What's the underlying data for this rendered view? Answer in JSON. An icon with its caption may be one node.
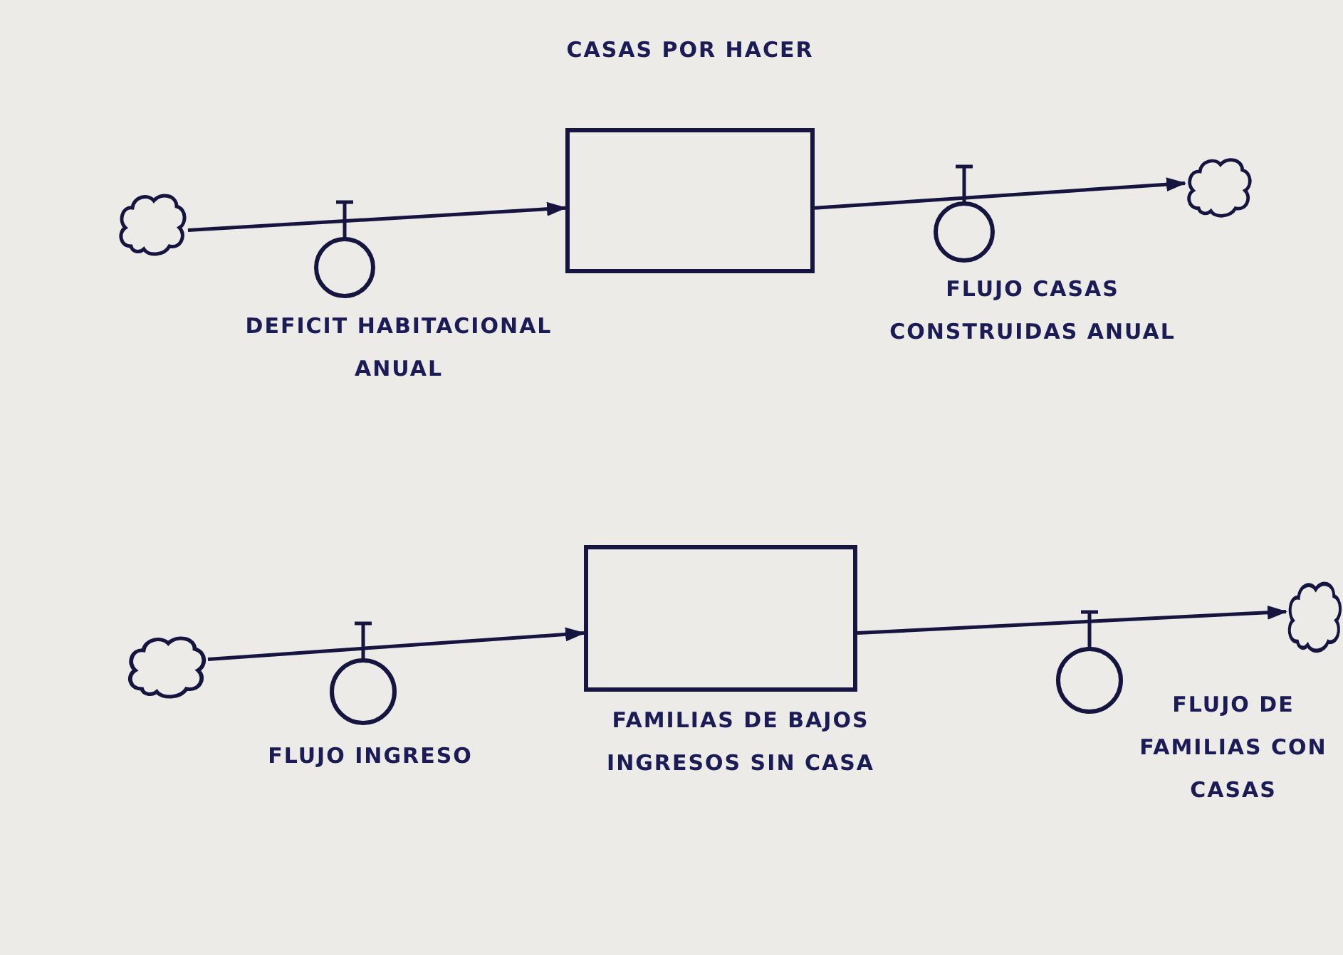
{
  "diagram": {
    "nodes": [
      {
        "text": [
          "CASAS POR HACER"
        ]
      },
      {
        "text": [],
        "shape": "cloud"
      },
      {
        "text": [
          "DEFICIT HABITACIONAL ANUAL"
        ]
      },
      {
        "text": [
          "FLUJO CASAS CONSTRUIDAS ANUAL"
        ]
      },
      {
        "text": [],
        "shape": "cloud"
      },
      {
        "text": [],
        "shape": "cloud"
      },
      {
        "text": [
          "FLUJO INGRESO"
        ]
      },
      {
        "text": [
          "FAMILIAS DE BAJOS INGRESOS SIN CASA"
        ]
      },
      {
        "text": [
          "FLUJO DE FAMILIAS CON CASAS"
        ]
      },
      {
        "text": [],
        "shape": "cloud"
      }
    ],
    "edges": [
      {
        "from": 1,
        "to": 0,
        "arrow": "to"
      },
      {
        "from": 0,
        "to": 4,
        "arrow": "to"
      },
      {
        "from": 5,
        "to": 7,
        "arrow": "to"
      },
      {
        "from": 7,
        "to": 9,
        "arrow": "to"
      }
    ]
  }
}
